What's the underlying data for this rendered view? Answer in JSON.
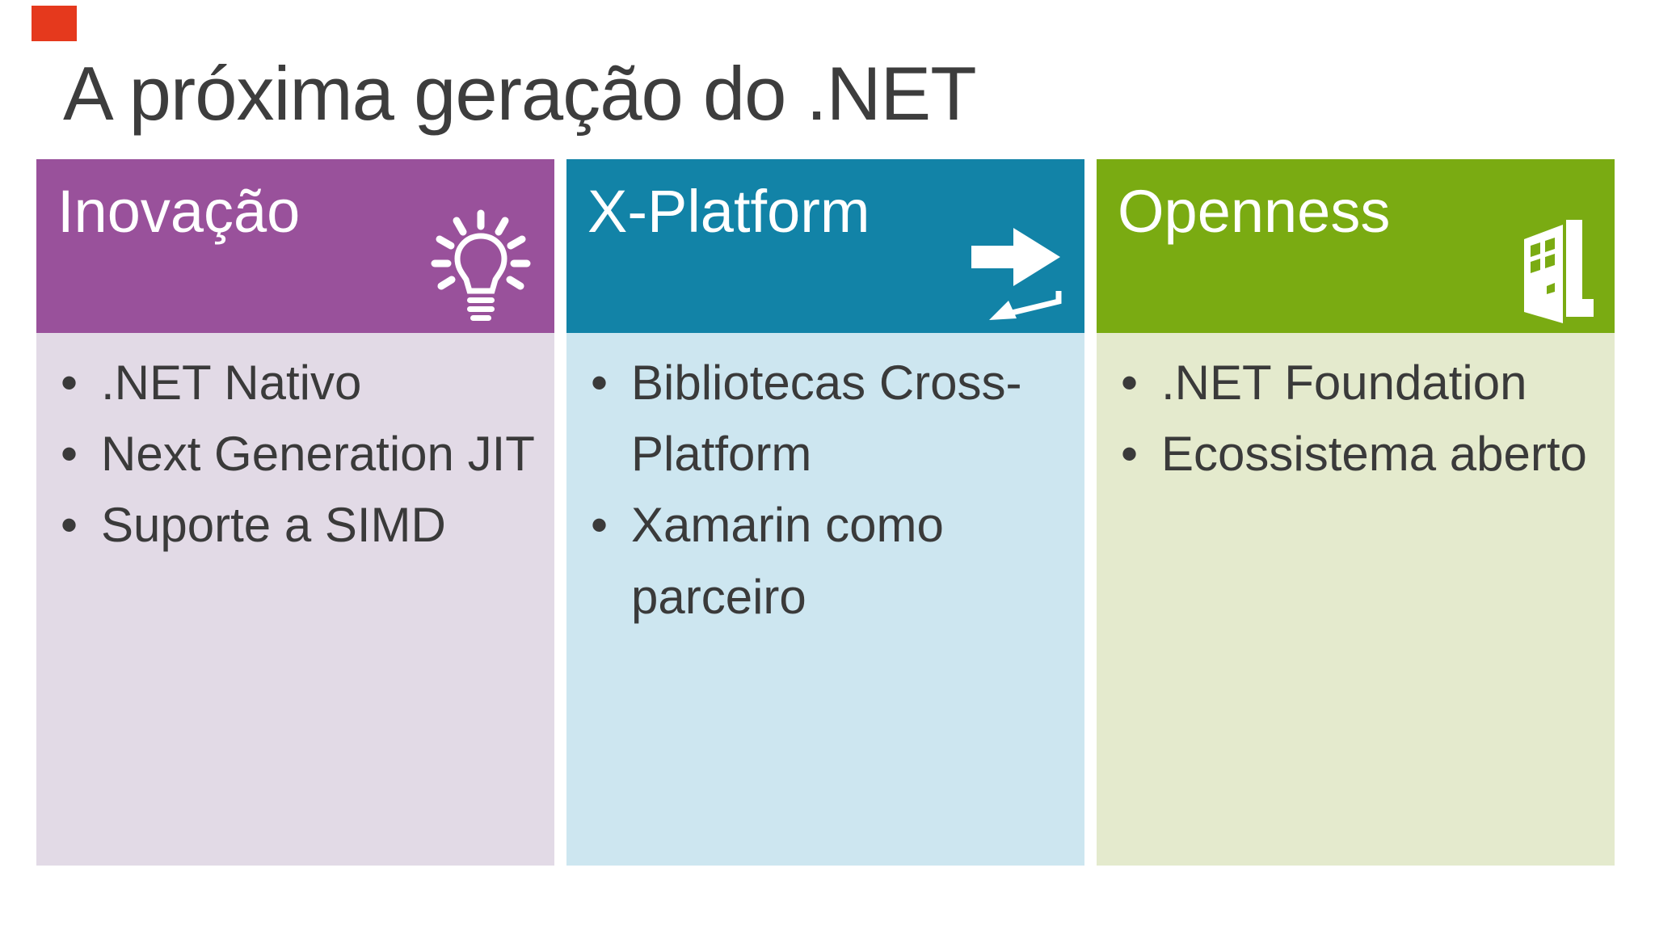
{
  "slide": {
    "title": "A próxima geração do .NET",
    "bullet_char": "•",
    "colors": {
      "background": "#FFFFFF",
      "title_text": "#3D3D3D",
      "body_text": "#3A3A3A",
      "corner_accent": "#E5391D",
      "innovation_header": "#99519B",
      "innovation_body": "#E2DAE6",
      "xplatform_header": "#1283A7",
      "xplatform_body": "#CDE6F0",
      "openness_header": "#7AAB12",
      "openness_body": "#E4EACD"
    },
    "columns": [
      {
        "header": "Inovação",
        "icon": "lightbulb-icon",
        "items": [
          ".NET Nativo",
          "Next Generation JIT",
          "Suporte a SIMD"
        ]
      },
      {
        "header": "X-Platform",
        "icon": "cross-platform-arrows-icon",
        "items": [
          "Bibliotecas Cross-Platform",
          "Xamarin como parceiro"
        ]
      },
      {
        "header": "Openness",
        "icon": "open-door-icon",
        "items": [
          ".NET Foundation",
          "Ecossistema aberto"
        ]
      }
    ]
  }
}
